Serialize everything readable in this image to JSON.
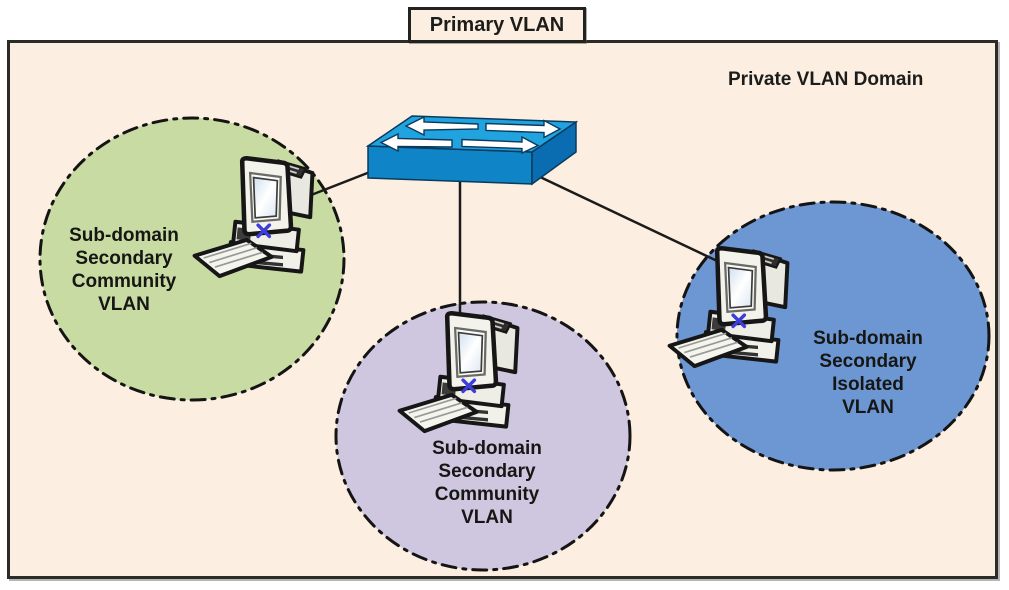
{
  "primary_vlan": {
    "label": "Primary VLAN"
  },
  "domain": {
    "label": "Private VLAN Domain"
  },
  "subdomains": [
    {
      "position": "left",
      "fill": "#c8dba3",
      "lines": [
        "Sub-domain",
        "Secondary",
        "Community",
        "VLAN"
      ]
    },
    {
      "position": "center",
      "fill": "#cfc6df",
      "lines": [
        "Sub-domain",
        "Secondary",
        "Community",
        "VLAN"
      ]
    },
    {
      "position": "right",
      "fill": "#6d97d3",
      "lines": [
        "Sub-domain",
        "Secondary",
        "Isolated",
        "VLAN"
      ]
    }
  ],
  "icons": {
    "switch": "network-switch-icon",
    "workstation": "desktop-computer-icon"
  },
  "colors": {
    "domain_fill": "#fceee0",
    "domain_border": "#2b2b28",
    "subdomain_left_fill": "#c8dba3",
    "subdomain_center_fill": "#cfc6df",
    "subdomain_right_fill": "#6d97d3",
    "switch_top": "#21a3df",
    "switch_front": "#0f85c8",
    "switch_side": "#0a6db1",
    "connection_line": "#1b1b1b"
  }
}
